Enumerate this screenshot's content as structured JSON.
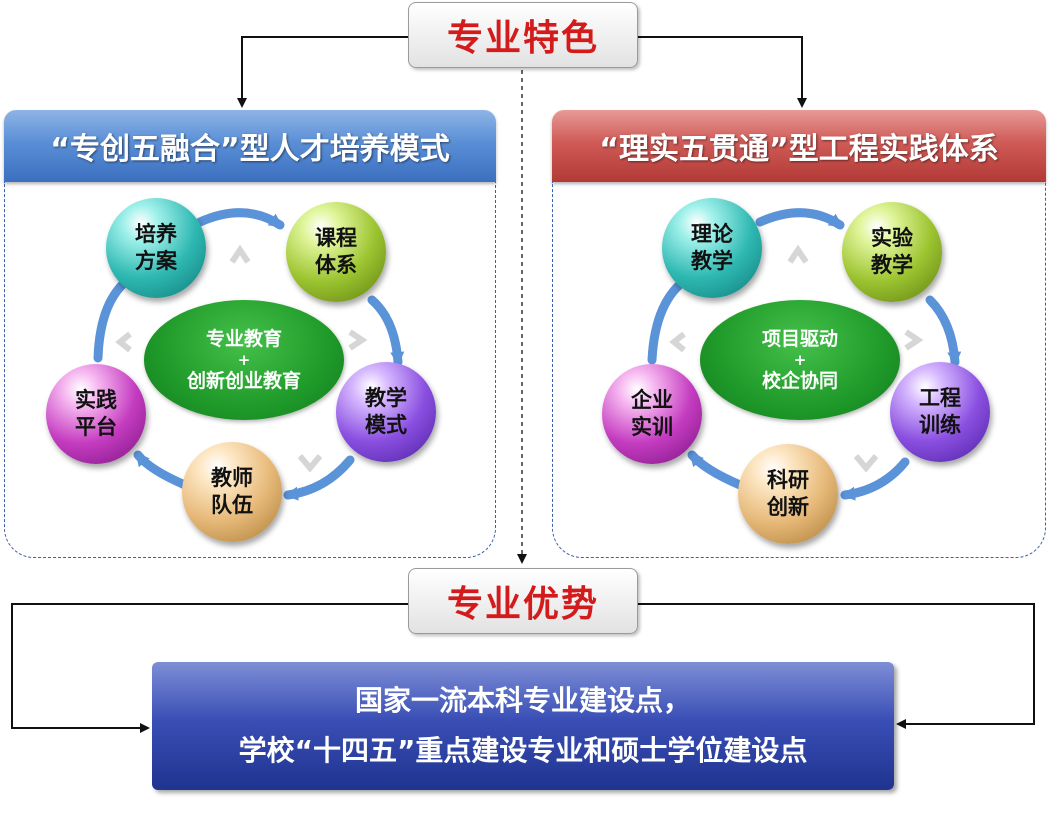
{
  "header": {
    "title": "专业特色"
  },
  "left_section": {
    "banner": "“专创五融合”型人才培养模式",
    "core": {
      "line1": "专业教育",
      "plus": "+",
      "line2": "创新创业教育"
    },
    "nodes": [
      "培养\n方案",
      "课程\n体系",
      "教学\n模式",
      "教师\n队伍",
      "实践\n平台"
    ]
  },
  "right_section": {
    "banner": "“理实五贯通”型工程实践体系",
    "core": {
      "line1": "项目驱动",
      "plus": "+",
      "line2": "校企协同"
    },
    "nodes": [
      "理论\n教学",
      "实验\n教学",
      "工程\n训练",
      "科研\n创新",
      "企业\n实训"
    ]
  },
  "advantage": {
    "title": "专业优势",
    "line1": "国家一流本科专业建设点，",
    "line2": "学校“十四五”重点建设专业和硕士学位建设点"
  },
  "colors": {
    "title_red": "#d41b1b",
    "left_blue": "#5a8fd6",
    "right_red": "#cf5a56",
    "bottom_navy": "#2a3f9e",
    "core_green": "#1f9a2a"
  }
}
